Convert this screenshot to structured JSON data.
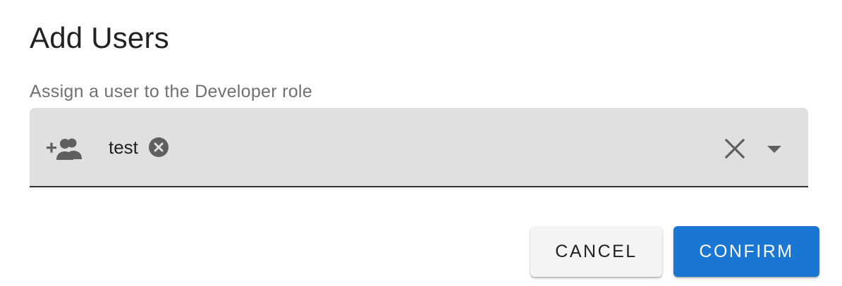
{
  "dialog": {
    "title": "Add Users",
    "field": {
      "helper_text": "Assign a user to the Developer role",
      "leading_icon": "group-add-icon",
      "selected_chips": [
        {
          "label": "test",
          "remove_icon": "cancel-circle-icon"
        }
      ],
      "clear_icon": "close-icon",
      "dropdown_icon": "arrow-drop-down-icon"
    },
    "actions": {
      "cancel_label": "CANCEL",
      "confirm_label": "CONFIRM"
    }
  },
  "colors": {
    "primary": "#1976d2",
    "field_background": "#e0e0e0",
    "field_underline": "#333333",
    "title_text": "#212121",
    "helper_text": "#707070",
    "icon": "#5f5f5f"
  }
}
